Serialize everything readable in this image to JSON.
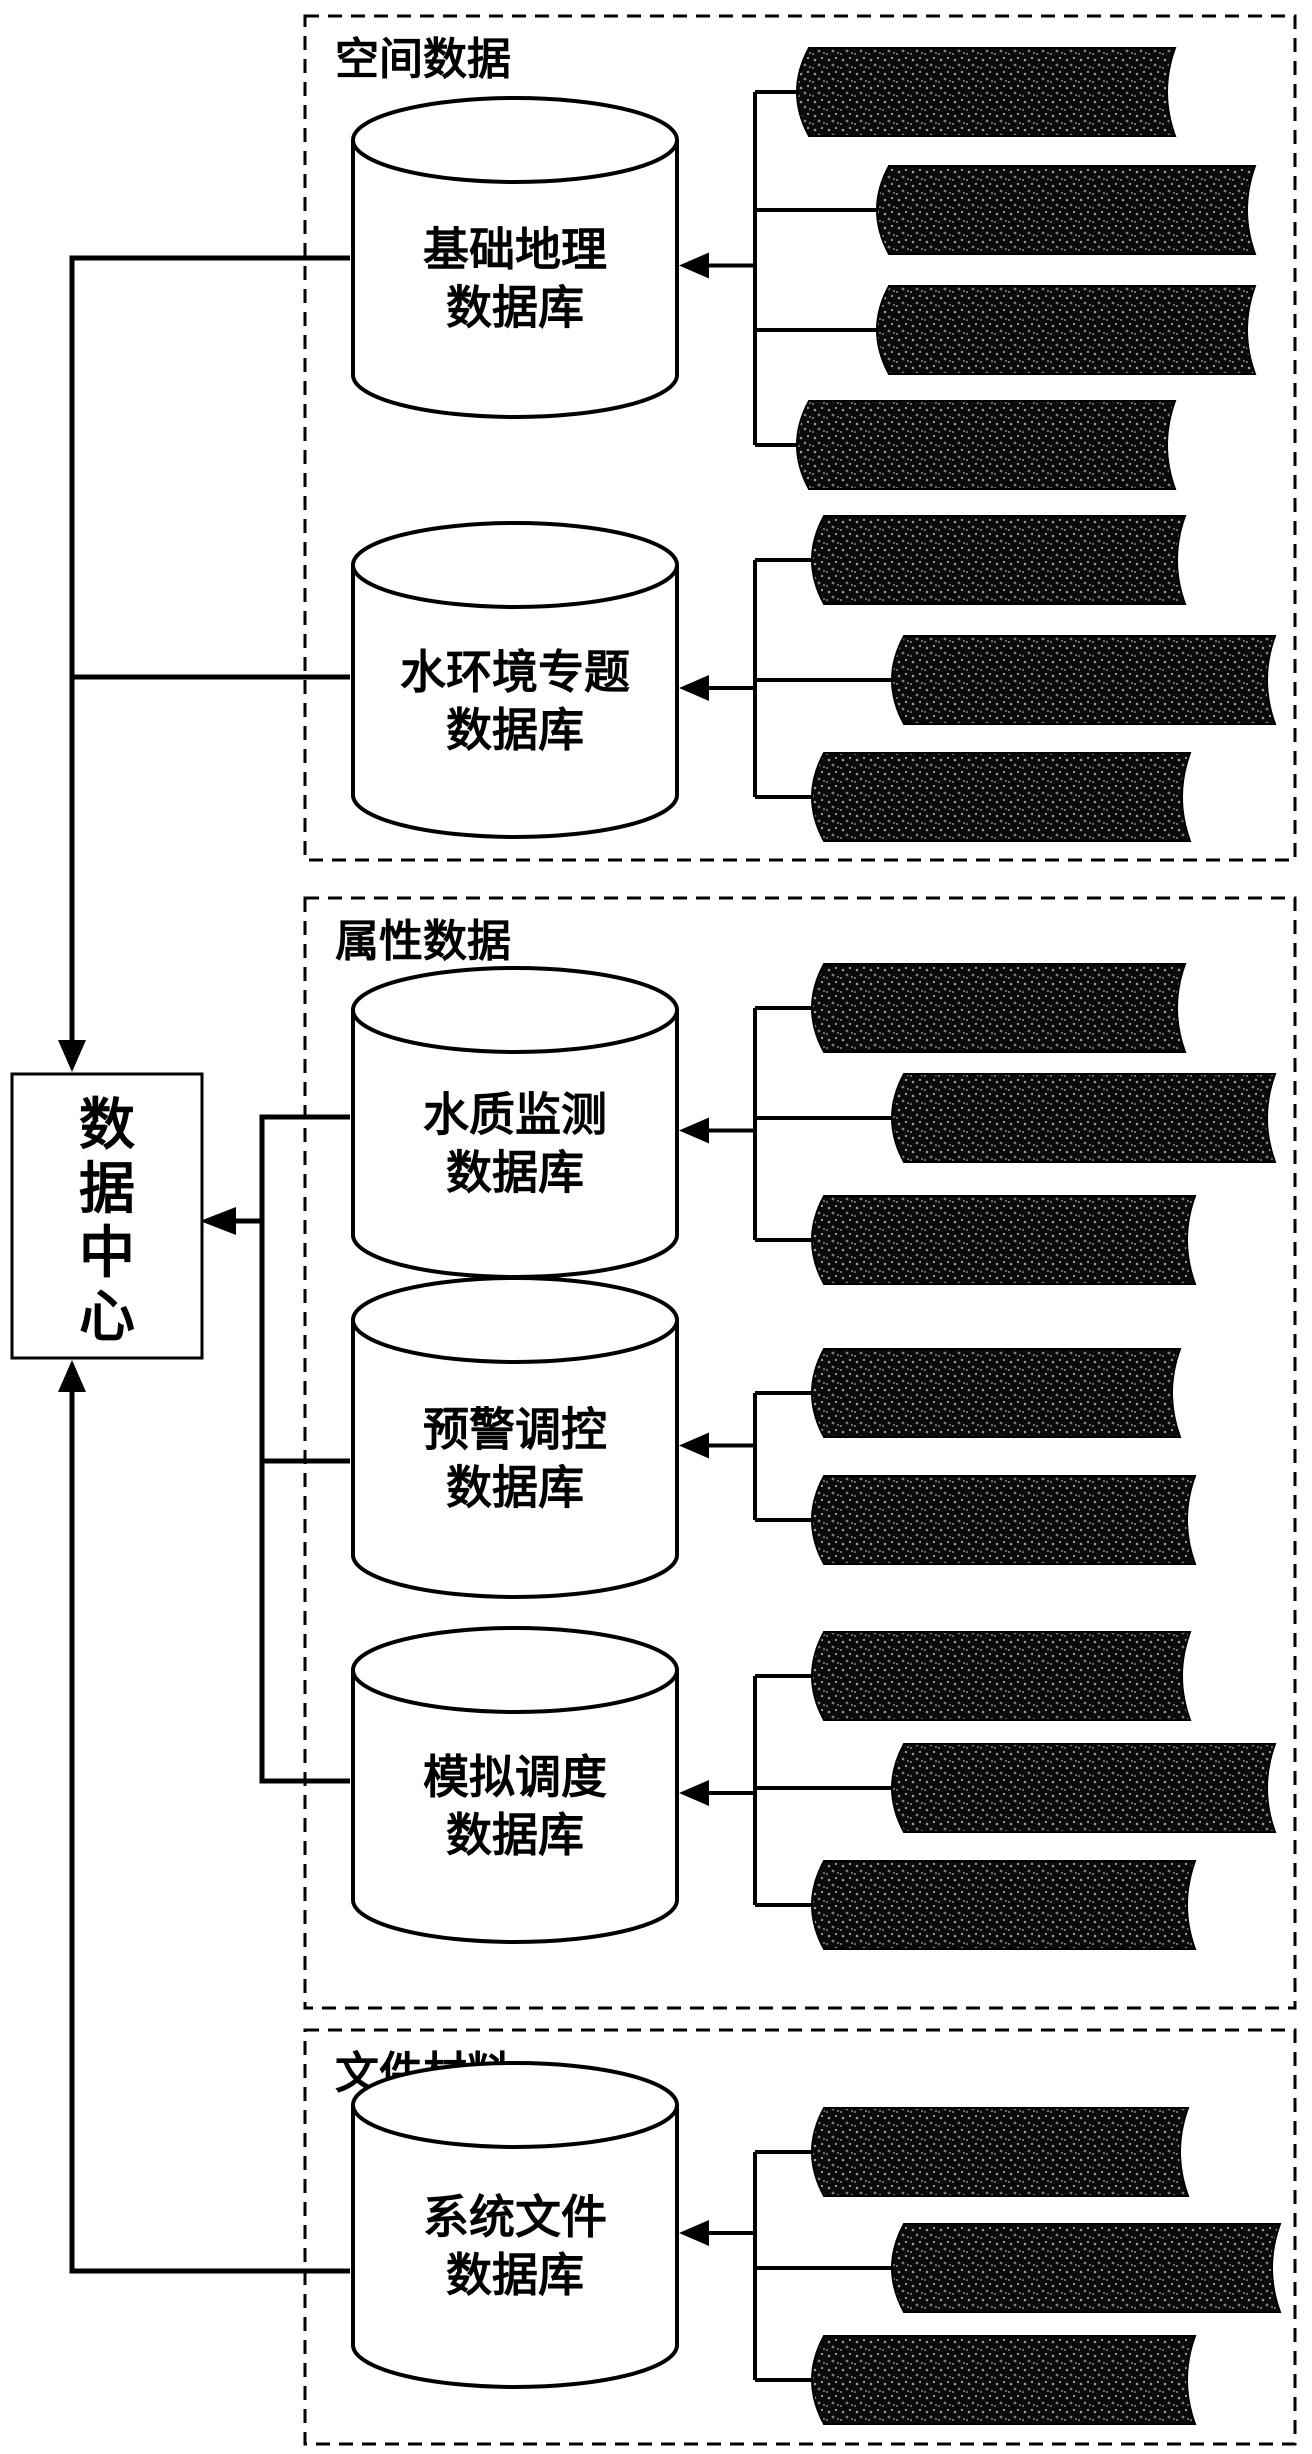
{
  "data_center": {
    "chars": [
      "数",
      "据",
      "中",
      "心"
    ]
  },
  "groups": [
    {
      "title": "空间数据",
      "databases": [
        {
          "line1": "基础地理",
          "line2": "数据库",
          "sources": 4
        },
        {
          "line1": "水环境专题",
          "line2": "数据库",
          "sources": 3
        }
      ]
    },
    {
      "title": "属性数据",
      "databases": [
        {
          "line1": "水质监测",
          "line2": "数据库",
          "sources": 3
        },
        {
          "line1": "预警调控",
          "line2": "数据库",
          "sources": 2
        },
        {
          "line1": "模拟调度",
          "line2": "数据库",
          "sources": 3
        }
      ]
    },
    {
      "title": "文件材料",
      "databases": [
        {
          "line1": "系统文件",
          "line2": "数据库",
          "sources": 3
        }
      ]
    }
  ]
}
